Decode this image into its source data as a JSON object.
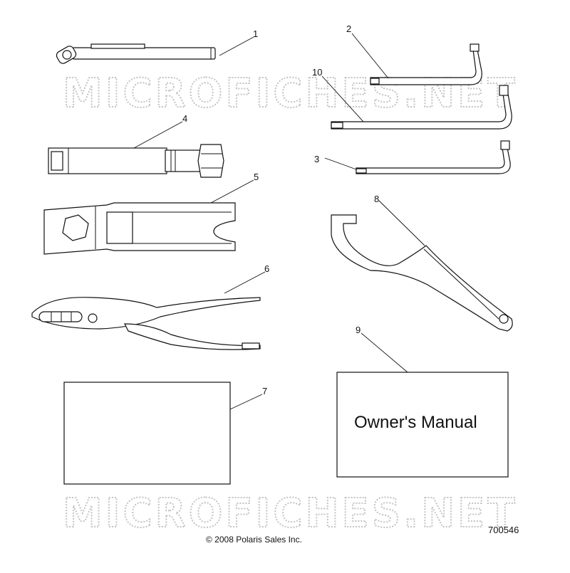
{
  "watermark": {
    "text": "MICROFICHES.NET"
  },
  "callouts": [
    "1",
    "2",
    "3",
    "4",
    "5",
    "6",
    "7",
    "8",
    "9",
    "10"
  ],
  "manual": {
    "title": "Owner's Manual"
  },
  "footer": {
    "copyright": "© 2008 Polaris Sales Inc.",
    "diagram_number": "700546"
  },
  "colors": {
    "line": "#111111",
    "watermark": "#c4c4c4",
    "background": "#ffffff"
  }
}
